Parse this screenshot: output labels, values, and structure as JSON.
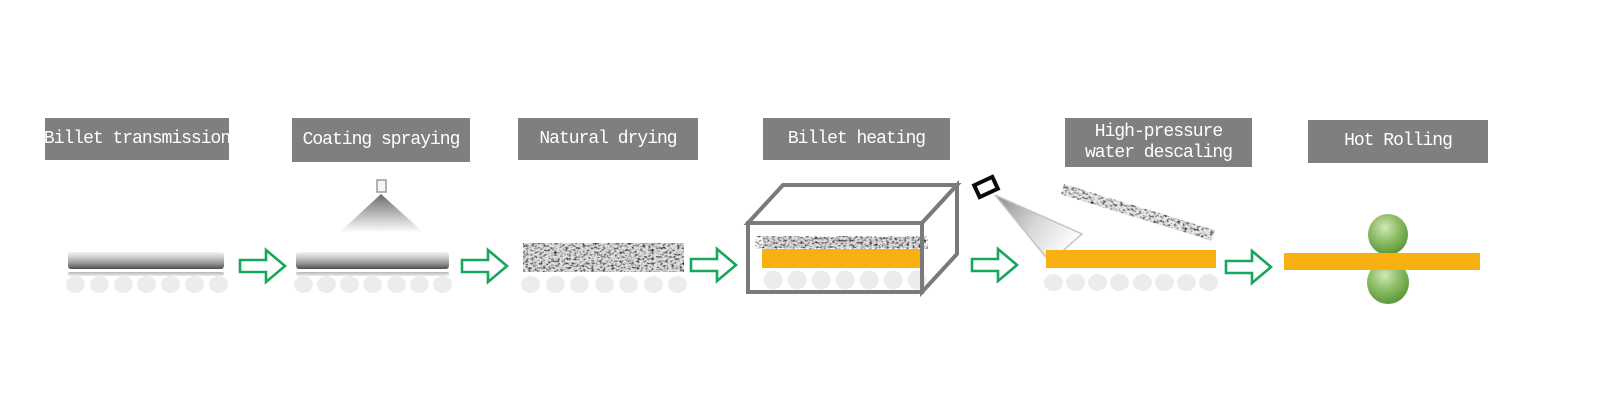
{
  "diagram": {
    "type": "process-flow",
    "stages": [
      {
        "id": "billet-transmission",
        "label": "Billet transmission",
        "illustration": "gray-billet-on-rollers"
      },
      {
        "id": "coating-spraying",
        "label": "Coating spraying",
        "illustration": "spray-nozzle-cone-over-billet"
      },
      {
        "id": "natural-drying",
        "label": "Natural drying",
        "illustration": "speckled-coated-billet-on-rollers"
      },
      {
        "id": "billet-heating",
        "label": "Billet heating",
        "illustration": "furnace-box-with-hot-billet"
      },
      {
        "id": "high-pressure-water-descaling",
        "label": "High-pressure water descaling",
        "line1": "High-pressure",
        "line2": "water descaling",
        "illustration": "water-jet-removing-scale-from-hot-billet"
      },
      {
        "id": "hot-rolling",
        "label": "Hot Rolling",
        "illustration": "hot-strip-between-two-green-rolls"
      }
    ],
    "arrows": {
      "icon": "right-block-arrow",
      "count": 5
    },
    "colors": {
      "background": "#FFFFFF",
      "label_box_bg": "#7F7F7F",
      "label_text": "#FFFFFF",
      "arrow_green": "#17A75C",
      "hot_billet_orange": "#F9B112",
      "furnace_outline_gray": "#7A7A7A",
      "roller_gray": "#ECECEC",
      "mill_roll_green": "#6AA84F",
      "billet_gray_dark": "#4E4E4E"
    }
  }
}
